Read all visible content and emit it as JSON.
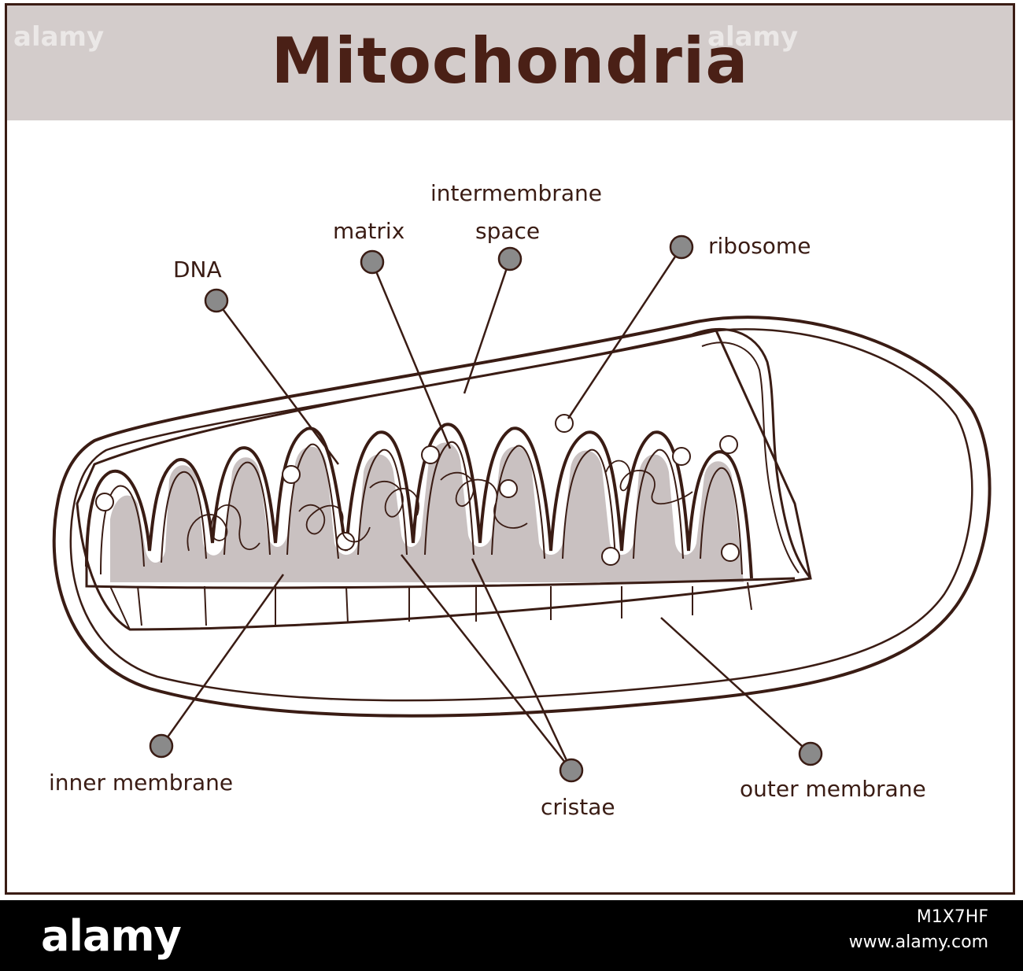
{
  "title": "Mitochondria",
  "labels": {
    "intermembrane_line1": "intermembrane",
    "intermembrane_line2": "space",
    "matrix": "matrix",
    "dna": "DNA",
    "ribosome": "ribosome",
    "inner_membrane": "inner membrane",
    "cristae": "cristae",
    "outer_membrane": "outer membrane"
  },
  "watermark": "alamy",
  "footer": {
    "logo": "alamy",
    "image_id": "M1X7HF",
    "url": "www.alamy.com"
  },
  "colors": {
    "outline": "#3a1c14",
    "title_text": "#4a2016",
    "title_band": "#d3cccb",
    "matrix_fill": "#c9c1c1",
    "marker_fill": "#8a8a8a"
  }
}
